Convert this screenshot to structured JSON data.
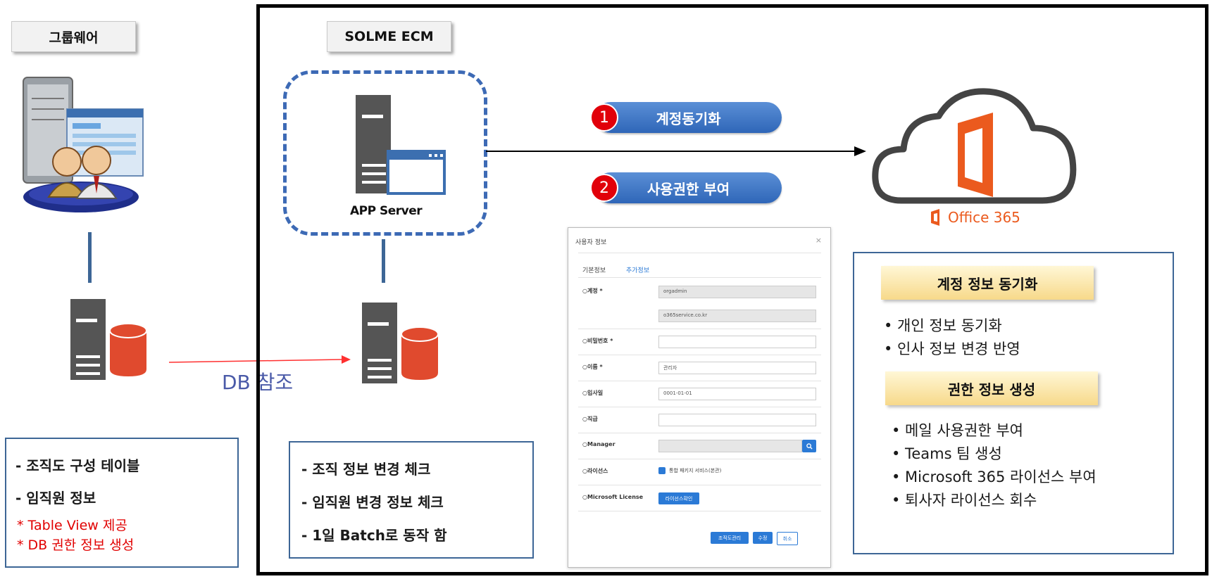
{
  "groupware": {
    "title": "그룹웨어"
  },
  "ecm": {
    "title": "SOLME ECM",
    "app_server": "APP Server"
  },
  "db_ref": "DB 참조",
  "steps": [
    {
      "num": "1",
      "label": "계정동기화"
    },
    {
      "num": "2",
      "label": "사용권한 부여"
    }
  ],
  "office": {
    "label": "Office 365"
  },
  "left_box": {
    "lines": [
      "- 조직도 구성 테이블",
      "- 임직원 정보"
    ],
    "red_lines": [
      "* Table View 제공",
      "* DB 권한 정보 생성"
    ]
  },
  "mid_box": {
    "lines": [
      "- 조직 정보 변경 체크",
      "- 임직원 변경 정보 체크",
      "- 1일 Batch로 동작 함"
    ]
  },
  "right_box": {
    "heading1": "계정 정보 동기화",
    "bullets1": [
      "• 개인 정보 동기화",
      "• 인사 정보 변경 반영"
    ],
    "heading2": "권한 정보 생성",
    "bullets2": [
      "• 메일 사용권한 부여",
      "• Teams 팀 생성",
      "• Microsoft 365 라이선스 부여",
      "• 퇴사자 라이선스 회수"
    ]
  },
  "dialog": {
    "title": "사용자 정보",
    "close": "×",
    "tabs": [
      "기본정보",
      "추가정보"
    ],
    "fields": {
      "account_label": "○계정 *",
      "account_value": "orgadmin",
      "domain_value": "o365service.co.kr",
      "password_label": "○비밀번호 *",
      "name_label": "○이름 *",
      "name_value": "관리자",
      "hire_label": "○입사일",
      "hire_value": "0001-01-01",
      "position_label": "○직급",
      "manager_label": "○Manager",
      "license_label": "○라이선스",
      "license_option": "통합 패키지 서비스(본관)",
      "ms_license_label": "○Microsoft License",
      "ms_license_button": "라이선스확인"
    },
    "buttons": [
      "조직도관리",
      "수정",
      "취소"
    ]
  },
  "colors": {
    "accent_blue": "#3d6ab5",
    "db_red": "#e04a2e",
    "office_orange": "#eb5a1e",
    "step_red": "#e1000a"
  }
}
